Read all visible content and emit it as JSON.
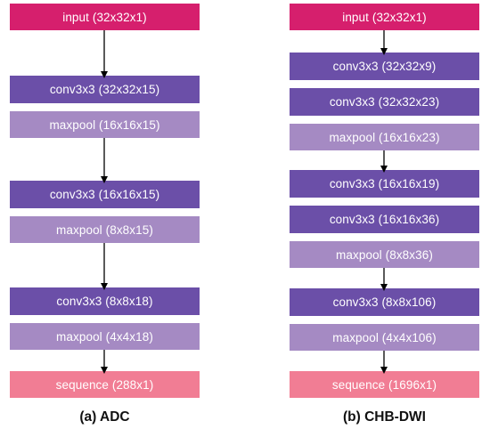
{
  "columns": [
    {
      "caption": "(a) ADC",
      "blocks": [
        {
          "label": "input (32x32x1)",
          "kind": "input"
        },
        {
          "label": "conv3x3 (32x32x15)",
          "kind": "conv"
        },
        {
          "label": "maxpool (16x16x15)",
          "kind": "pool"
        },
        {
          "label": "conv3x3 (16x16x15)",
          "kind": "conv"
        },
        {
          "label": "maxpool (8x8x15)",
          "kind": "pool"
        },
        {
          "label": "conv3x3 (8x8x18)",
          "kind": "conv"
        },
        {
          "label": "maxpool (4x4x18)",
          "kind": "pool"
        },
        {
          "label": "sequence (288x1)",
          "kind": "sequence"
        }
      ]
    },
    {
      "caption": "(b) CHB-DWI",
      "blocks": [
        {
          "label": "input (32x32x1)",
          "kind": "input"
        },
        {
          "label": "conv3x3 (32x32x9)",
          "kind": "conv"
        },
        {
          "label": "conv3x3 (32x32x23)",
          "kind": "conv"
        },
        {
          "label": "maxpool (16x16x23)",
          "kind": "pool"
        },
        {
          "label": "conv3x3 (16x16x19)",
          "kind": "conv"
        },
        {
          "label": "conv3x3 (16x16x36)",
          "kind": "conv"
        },
        {
          "label": "maxpool (8x8x36)",
          "kind": "pool"
        },
        {
          "label": "conv3x3 (8x8x106)",
          "kind": "conv"
        },
        {
          "label": "maxpool (4x4x106)",
          "kind": "pool"
        },
        {
          "label": "sequence (1696x1)",
          "kind": "sequence"
        }
      ]
    }
  ],
  "colors": {
    "input": "#d61f6d",
    "conv": "#6b4fa8",
    "pool": "#a58ac3",
    "sequence": "#f17d94",
    "arrow": "#000000"
  }
}
